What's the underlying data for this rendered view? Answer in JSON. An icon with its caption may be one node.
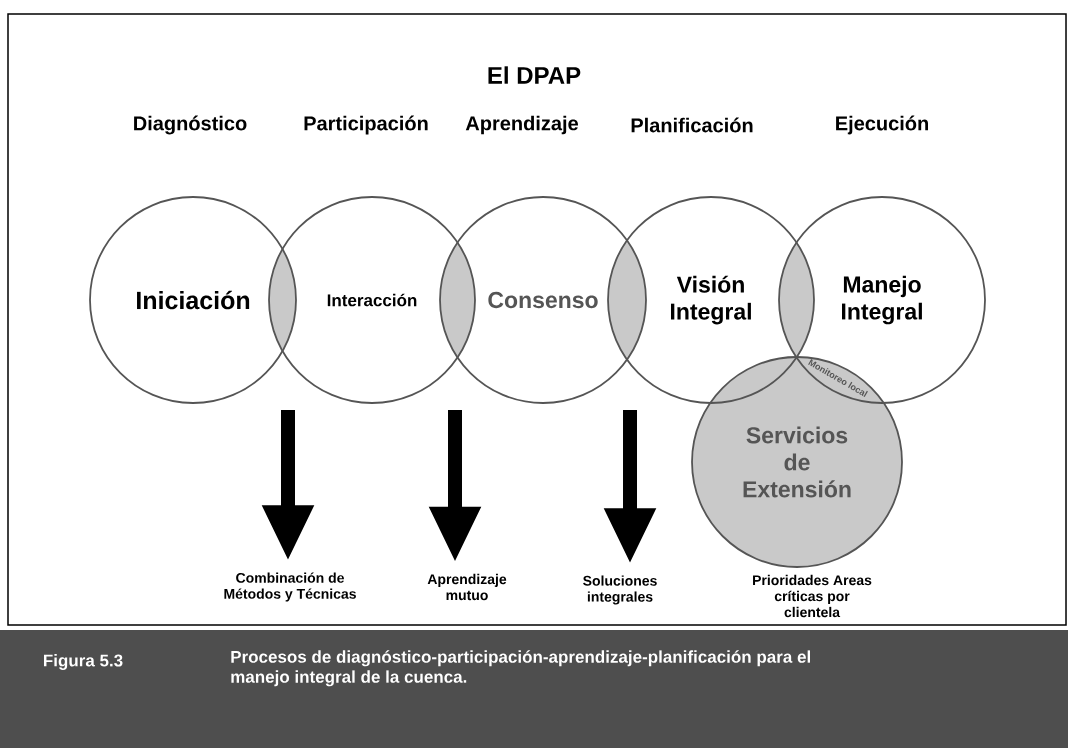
{
  "diagram": {
    "title": "El DPAP",
    "caption": "Procesos de diagnóstico-participación-aprendizaje-planificación para el manejo integral de la cuenca.",
    "nodes": [
      {
        "text": [
          "Iniciación"
        ]
      },
      {
        "text": [
          "Interacción"
        ]
      },
      {
        "text": [
          "Consenso"
        ]
      },
      {
        "text": [
          "Visión Integral"
        ]
      },
      {
        "text": [
          "Manejo Integral"
        ]
      },
      {
        "text": [
          "Servicios de Extensión"
        ],
        "beside": [
          "Prioridades Areas críticas por clientela"
        ]
      },
      {
        "text": [
          "Combinación de Métodos y Técnicas"
        ]
      },
      {
        "text": [
          "Aprendizaje mutuo"
        ]
      },
      {
        "text": [
          "Soluciones integrales"
        ]
      }
    ],
    "edges": [
      {
        "from": null,
        "to": 6,
        "arrow": "to"
      },
      {
        "from": null,
        "to": 7,
        "arrow": "to"
      },
      {
        "from": null,
        "to": 8,
        "arrow": "to"
      }
    ],
    "labels": [
      "Diagnóstico",
      "Participación",
      "Aprendizaje",
      "Planificación",
      "Ejecución",
      "Monitoreo local",
      "Figura 5.3"
    ]
  }
}
